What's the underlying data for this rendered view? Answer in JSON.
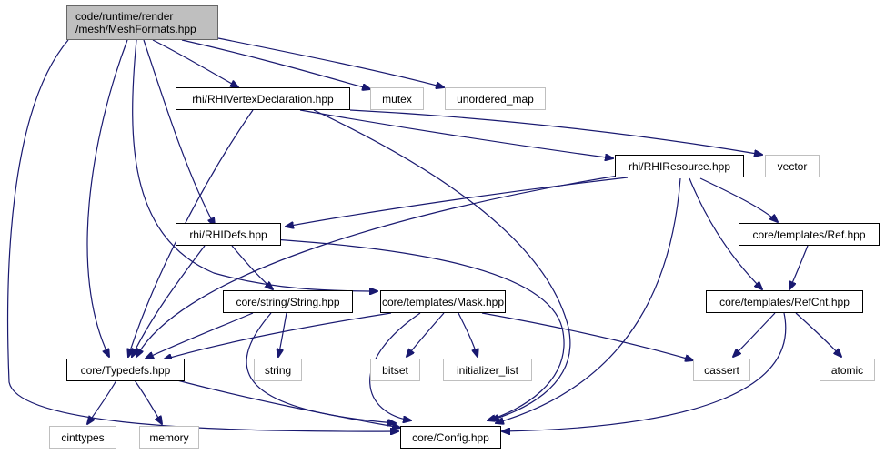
{
  "colors": {
    "edge": "#191970",
    "root_fill": "#bfbfbf",
    "local_border": "#000000",
    "external_border": "#bfbfbf"
  },
  "nodes": {
    "meshformats": {
      "label_line1": "code/runtime/render",
      "label_line2": "/mesh/MeshFormats.hpp"
    },
    "rhivertexdecl": {
      "label": "rhi/RHIVertexDeclaration.hpp"
    },
    "mutex": {
      "label": "mutex"
    },
    "unordered_map": {
      "label": "unordered_map"
    },
    "rhiresource": {
      "label": "rhi/RHIResource.hpp"
    },
    "vector": {
      "label": "vector"
    },
    "rhidefs": {
      "label": "rhi/RHIDefs.hpp"
    },
    "ref": {
      "label": "core/templates/Ref.hpp"
    },
    "string_hpp": {
      "label": "core/string/String.hpp"
    },
    "mask": {
      "label": "core/templates/Mask.hpp"
    },
    "refcnt": {
      "label": "core/templates/RefCnt.hpp"
    },
    "typedefs": {
      "label": "core/Typedefs.hpp"
    },
    "string": {
      "label": "string"
    },
    "bitset": {
      "label": "bitset"
    },
    "initializer_list": {
      "label": "initializer_list"
    },
    "cassert": {
      "label": "cassert"
    },
    "atomic": {
      "label": "atomic"
    },
    "cinttypes": {
      "label": "cinttypes"
    },
    "memory": {
      "label": "memory"
    },
    "config": {
      "label": "core/Config.hpp"
    }
  }
}
